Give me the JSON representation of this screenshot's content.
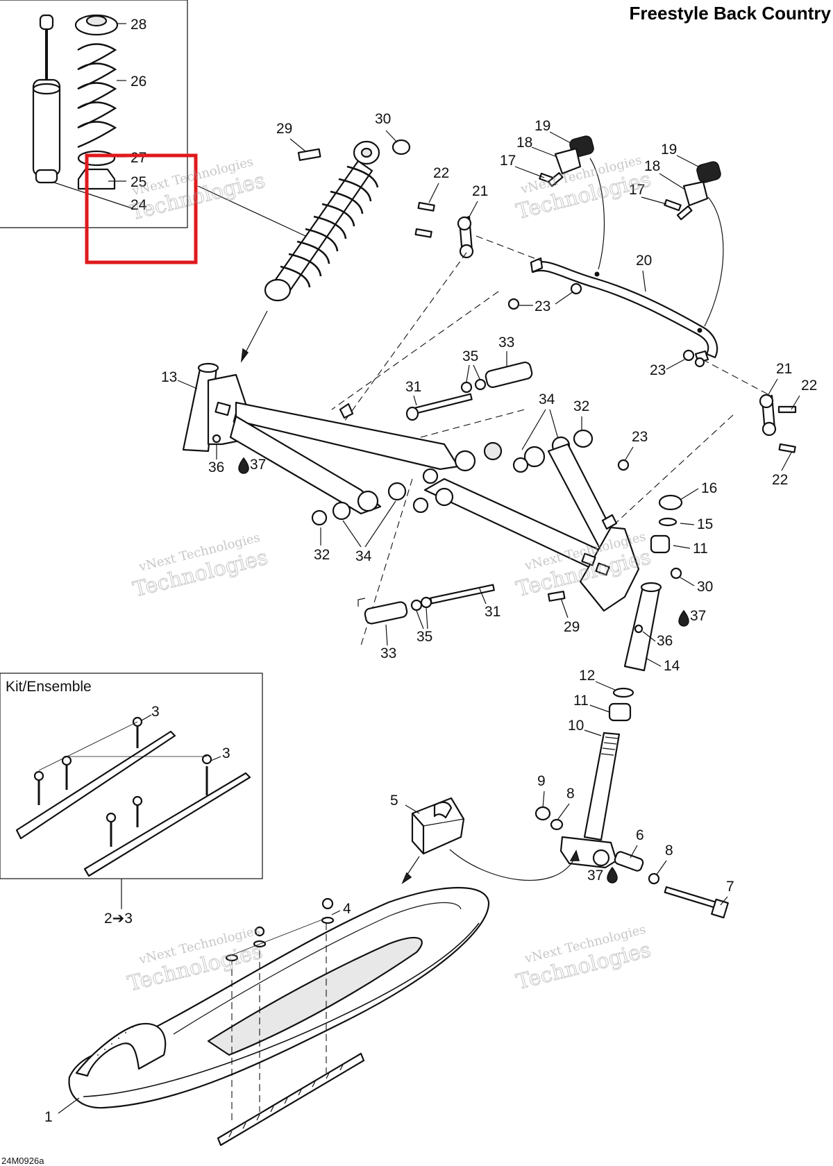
{
  "title": "Freestyle Back Country",
  "kit_label": "Kit/Ensemble",
  "kit_ref": "2➔3",
  "drawing_code": "24M0926a",
  "watermark_line1": "vNext Technologies",
  "watermark_line2": "Technologies",
  "oil_symbol": "oil-drop-icon",
  "highlight_color": "#e0191c",
  "callouts": [
    {
      "id": "c28",
      "text": "28"
    },
    {
      "id": "c26",
      "text": "26"
    },
    {
      "id": "c27",
      "text": "27"
    },
    {
      "id": "c25",
      "text": "25"
    },
    {
      "id": "c24",
      "text": "24"
    },
    {
      "id": "c29a",
      "text": "29"
    },
    {
      "id": "c30a",
      "text": "30"
    },
    {
      "id": "c19a",
      "text": "19"
    },
    {
      "id": "c18a",
      "text": "18"
    },
    {
      "id": "c17a",
      "text": "17"
    },
    {
      "id": "c19b",
      "text": "19"
    },
    {
      "id": "c18b",
      "text": "18"
    },
    {
      "id": "c17b",
      "text": "17"
    },
    {
      "id": "c22a",
      "text": "22"
    },
    {
      "id": "c21a",
      "text": "21"
    },
    {
      "id": "c20",
      "text": "20"
    },
    {
      "id": "c23a",
      "text": "23"
    },
    {
      "id": "c13",
      "text": "13"
    },
    {
      "id": "c33a",
      "text": "33"
    },
    {
      "id": "c35a",
      "text": "35"
    },
    {
      "id": "c31a",
      "text": "31"
    },
    {
      "id": "c23b",
      "text": "23"
    },
    {
      "id": "c21b",
      "text": "21"
    },
    {
      "id": "c22b",
      "text": "22"
    },
    {
      "id": "c34a",
      "text": "34"
    },
    {
      "id": "c32a",
      "text": "32"
    },
    {
      "id": "c23c",
      "text": "23"
    },
    {
      "id": "c22c",
      "text": "22"
    },
    {
      "id": "c36a",
      "text": "36"
    },
    {
      "id": "c37a",
      "text": "37"
    },
    {
      "id": "c16",
      "text": "16"
    },
    {
      "id": "c15",
      "text": "15"
    },
    {
      "id": "c11a",
      "text": "11"
    },
    {
      "id": "c32b",
      "text": "32"
    },
    {
      "id": "c34b",
      "text": "34"
    },
    {
      "id": "c30b",
      "text": "30"
    },
    {
      "id": "c37b",
      "text": "37"
    },
    {
      "id": "c31b",
      "text": "31"
    },
    {
      "id": "c29b",
      "text": "29"
    },
    {
      "id": "c36b",
      "text": "36"
    },
    {
      "id": "c35b",
      "text": "35"
    },
    {
      "id": "c33b",
      "text": "33"
    },
    {
      "id": "c14",
      "text": "14"
    },
    {
      "id": "c12",
      "text": "12"
    },
    {
      "id": "c11b",
      "text": "11"
    },
    {
      "id": "c10",
      "text": "10"
    },
    {
      "id": "c3a",
      "text": "3"
    },
    {
      "id": "c3b",
      "text": "3"
    },
    {
      "id": "c9",
      "text": "9"
    },
    {
      "id": "c8a",
      "text": "8"
    },
    {
      "id": "c5",
      "text": "5"
    },
    {
      "id": "c6",
      "text": "6"
    },
    {
      "id": "c8b",
      "text": "8"
    },
    {
      "id": "c37c",
      "text": "37"
    },
    {
      "id": "c7",
      "text": "7"
    },
    {
      "id": "c4",
      "text": "4"
    },
    {
      "id": "c1",
      "text": "1"
    }
  ]
}
